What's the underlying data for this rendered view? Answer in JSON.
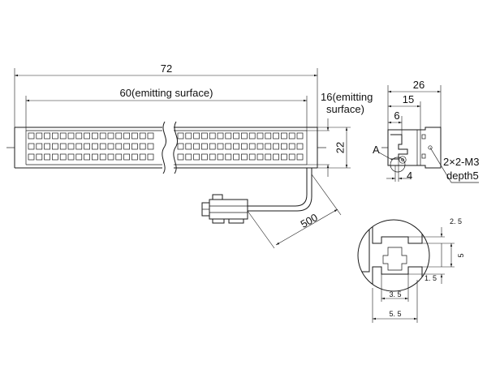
{
  "dimensions": {
    "total_length": "72",
    "emitting_length": "60(emitting surface)",
    "emitting_width_line1": "16(emitting",
    "emitting_width_line2": "surface)",
    "height": "22",
    "side_width": "26",
    "side_15": "15",
    "side_6": "6",
    "side_4": "4",
    "cable_length": "500"
  },
  "labels": {
    "section_marker": "A",
    "mounting_line1": "2×2-M3",
    "mounting_line2": "depth5"
  },
  "detail": {
    "d_2_5": "2. 5",
    "d_5": "5",
    "d_1_5": "1. 5",
    "d_3_5": "3. 5",
    "d_5_5": "5. 5"
  }
}
